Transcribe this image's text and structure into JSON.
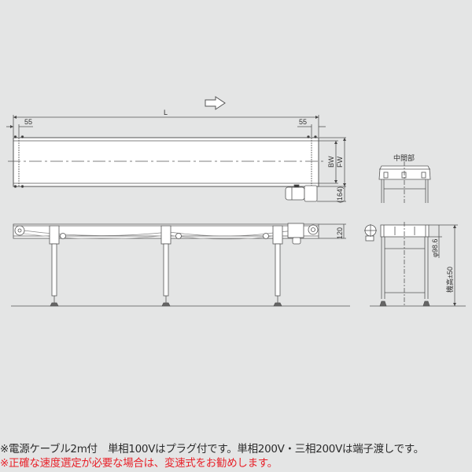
{
  "drawing": {
    "title": "Belt conveyor dimensional drawing",
    "flow_direction": "right",
    "top_view": {
      "length_label": "L",
      "left_offset_label": "55",
      "right_offset_label": "55",
      "belt_width_label": "BW",
      "frame_width_label": "FW",
      "motor_protrusion_label": "(164)"
    },
    "side_view": {
      "frame_height_label": "120",
      "leg_count": 3
    },
    "end_view": {
      "section_label": "中間部",
      "pulley_diameter_label": "φ98.6",
      "machine_height_label": "機高±50"
    },
    "colors": {
      "background": "#e4e5e5",
      "line": "#555555",
      "belt_fill": "#ffffff",
      "note_text": "#2b2b2b",
      "warning_text": "#e8222a"
    }
  },
  "notes": [
    "※電源ケーブル2m付　単相100Vはプラグ付です。単相200V・三相200Vは端子渡しです。",
    "※正確な速度選定が必要な場合は、変速式をお勧めします。"
  ]
}
